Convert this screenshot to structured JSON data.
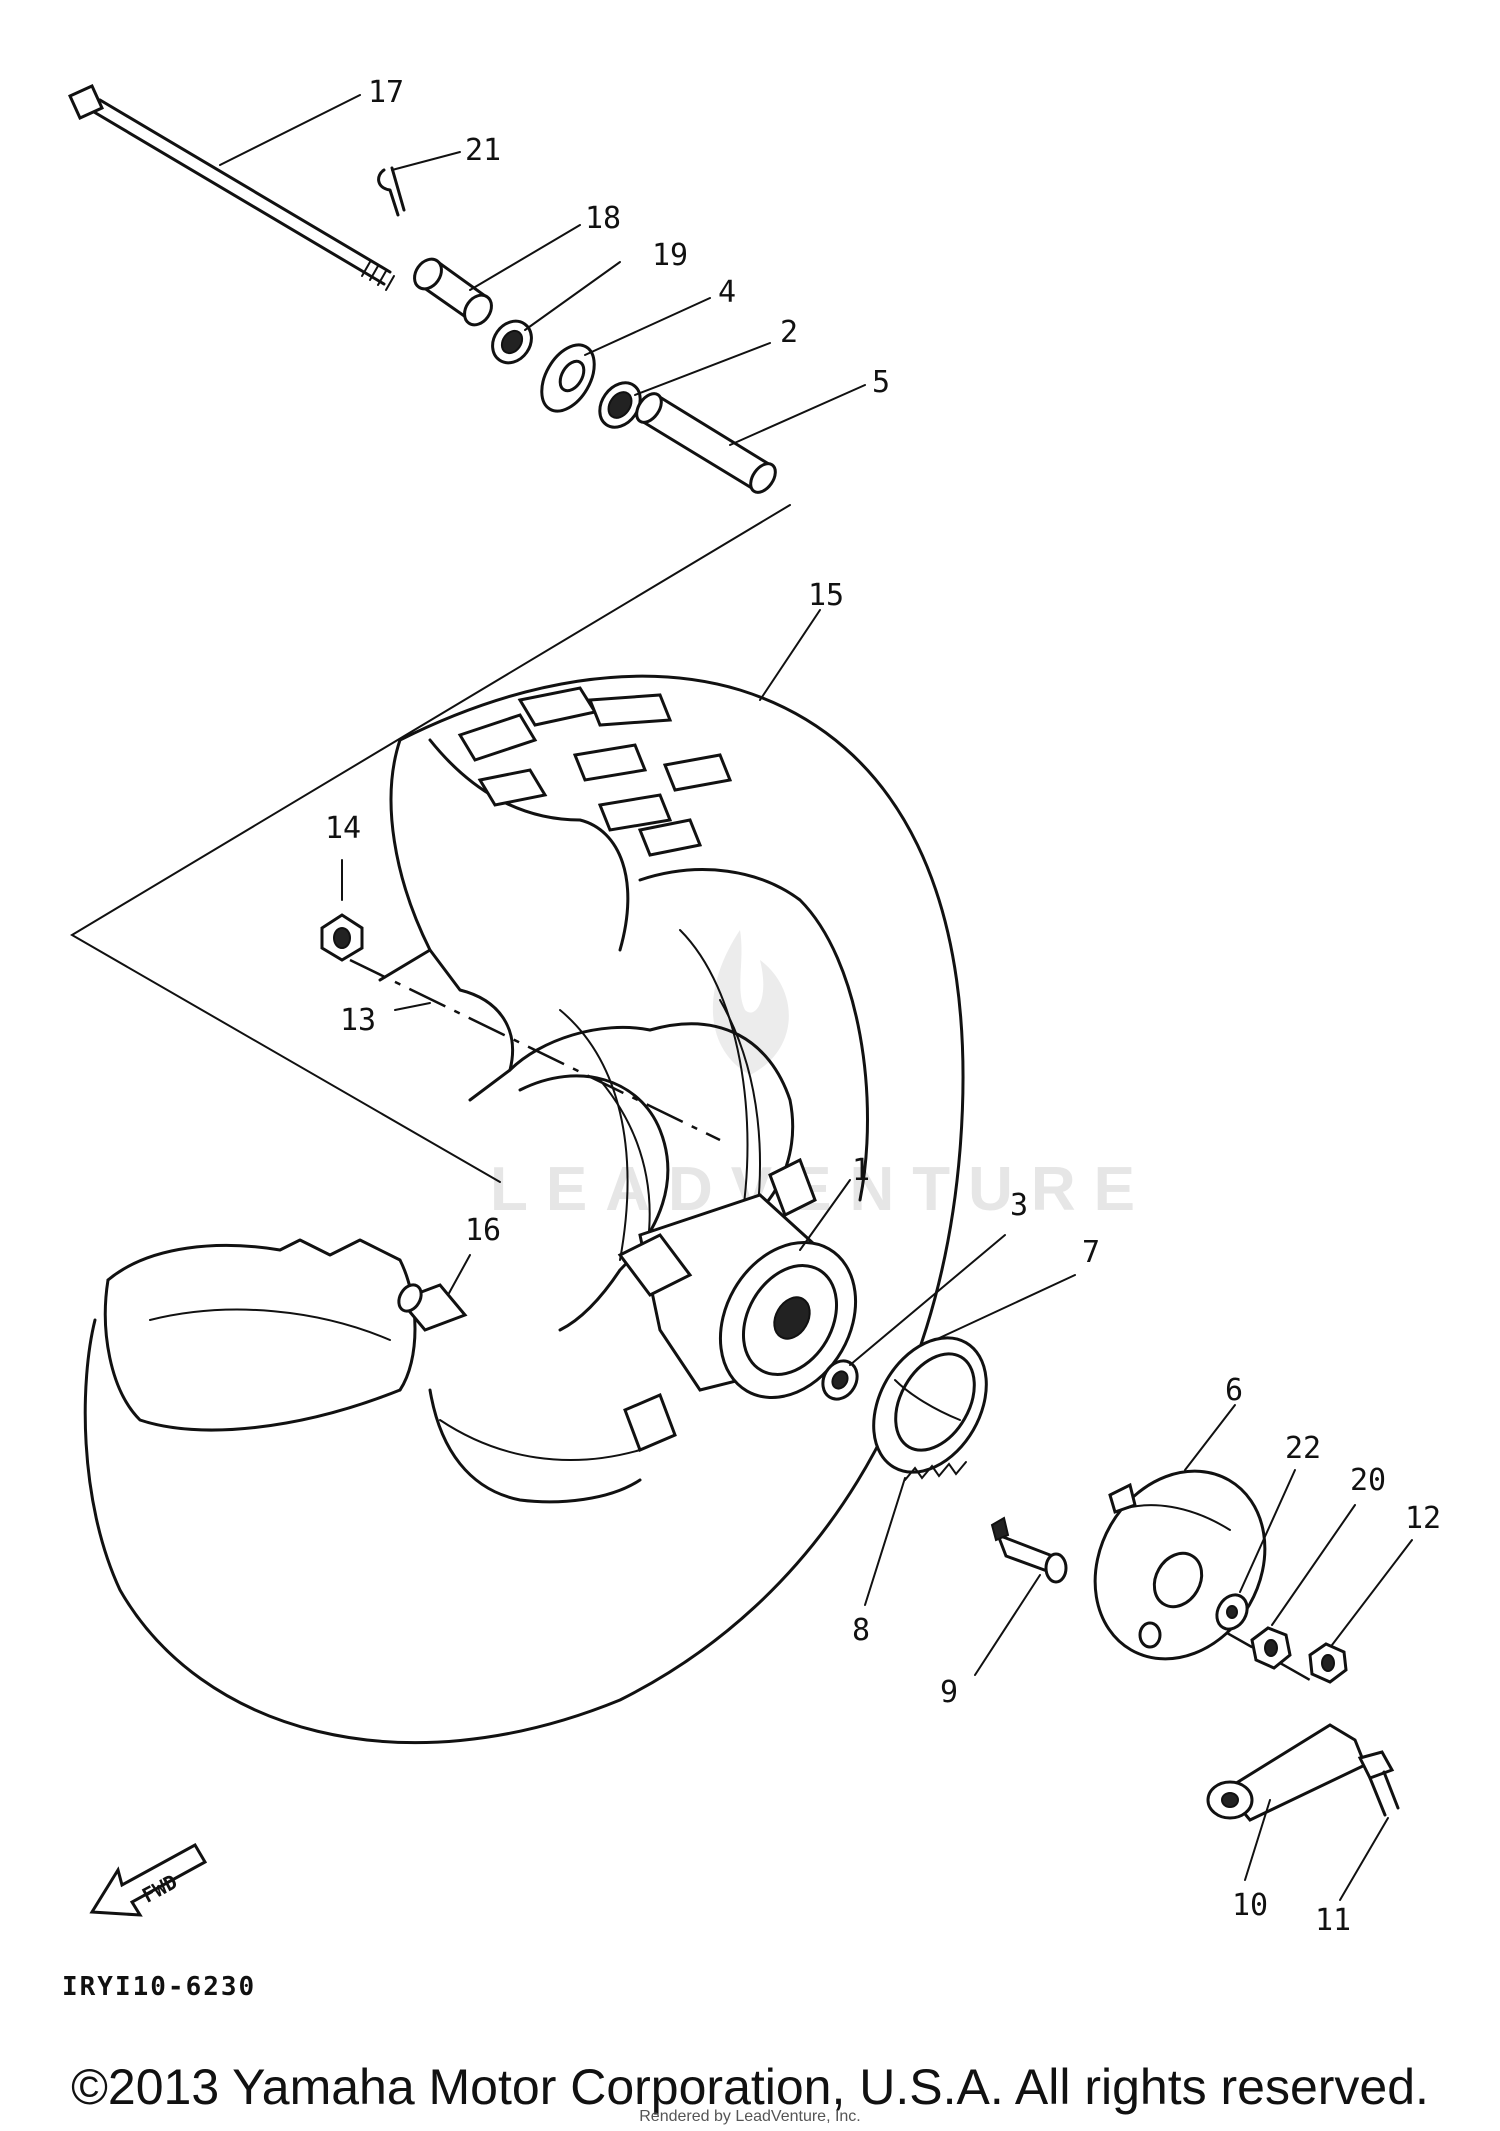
{
  "diagram": {
    "callouts": [
      {
        "id": "17",
        "label": "17"
      },
      {
        "id": "21",
        "label": "21"
      },
      {
        "id": "18",
        "label": "18"
      },
      {
        "id": "19",
        "label": "19"
      },
      {
        "id": "4",
        "label": "4"
      },
      {
        "id": "2",
        "label": "2"
      },
      {
        "id": "5",
        "label": "5"
      },
      {
        "id": "15",
        "label": "15"
      },
      {
        "id": "14",
        "label": "14"
      },
      {
        "id": "13",
        "label": "13"
      },
      {
        "id": "16",
        "label": "16"
      },
      {
        "id": "1",
        "label": "1"
      },
      {
        "id": "3",
        "label": "3"
      },
      {
        "id": "7",
        "label": "7"
      },
      {
        "id": "6",
        "label": "6"
      },
      {
        "id": "22",
        "label": "22"
      },
      {
        "id": "20",
        "label": "20"
      },
      {
        "id": "12",
        "label": "12"
      },
      {
        "id": "8",
        "label": "8"
      },
      {
        "id": "9",
        "label": "9"
      },
      {
        "id": "10",
        "label": "10"
      },
      {
        "id": "11",
        "label": "11"
      }
    ],
    "fwd_label": "FWD",
    "drawing_code": "IRYI10-6230",
    "watermark": "LEADVENTURE"
  },
  "footer": {
    "copyright": "©2013 Yamaha Motor Corporation, U.S.A. All rights reserved.",
    "rendered_by": "Rendered by LeadVenture, Inc."
  },
  "colors": {
    "line": "#111111",
    "background": "#ffffff",
    "watermark": "#e6e6e6"
  }
}
